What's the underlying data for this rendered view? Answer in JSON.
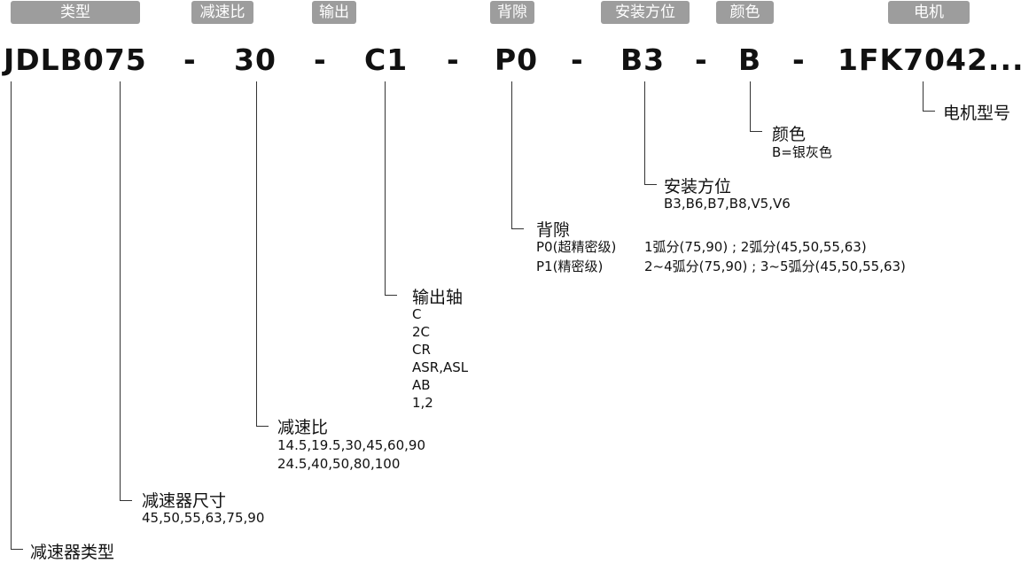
{
  "tags": [
    "类型",
    "减速比",
    "输出",
    "背隙",
    "安装方位",
    "颜色",
    "电机"
  ],
  "codes": [
    "JDLB075",
    "30",
    "C1",
    "P0",
    "B3",
    "B",
    "1FK7042..."
  ],
  "dash": "-",
  "desc": {
    "type": {
      "title": "减速器类型"
    },
    "size": {
      "title": "减速器尺寸",
      "values": [
        "45,50,55,63,75,90"
      ]
    },
    "ratio": {
      "title": "减速比",
      "values": [
        "14.5,19.5,30,45,60,90",
        "24.5,40,50,80,100"
      ]
    },
    "output": {
      "title": "输出轴",
      "values": [
        "C",
        "2C",
        "CR",
        "ASR,ASL",
        "AB",
        "1,2"
      ]
    },
    "backlash": {
      "title": "背隙",
      "rows": [
        {
          "grade": "P0(超精密级)",
          "value": "1弧分(75,90) ; 2弧分(45,50,55,63)"
        },
        {
          "grade": "P1(精密级)",
          "value": "2~4弧分(75,90) ; 3~5弧分(45,50,55,63)"
        }
      ]
    },
    "mount": {
      "title": "安装方位",
      "values": [
        "B3,B6,B7,B8,V5,V6"
      ]
    },
    "color": {
      "title": "颜色",
      "values": [
        "B=银灰色"
      ]
    },
    "motor": {
      "title": "电机型号"
    }
  }
}
